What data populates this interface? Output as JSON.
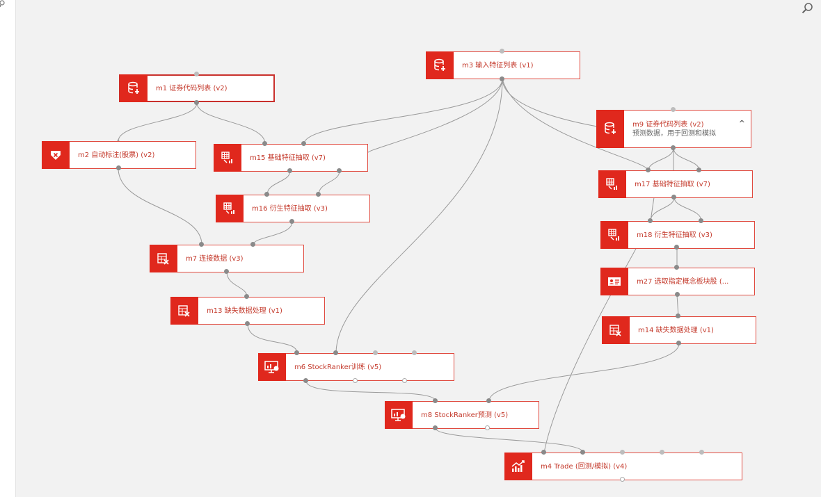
{
  "canvas": {
    "background": "#f2f2f2",
    "accent": "#e0281d"
  },
  "toolbar": {
    "search_icon": "search-icon"
  },
  "nodes": {
    "m1": {
      "title": "m1 证券代码列表 (v2)",
      "icon": "database-upload-icon"
    },
    "m2": {
      "title": "m2 自动标注(股票) (v2)",
      "icon": "tag-label-icon"
    },
    "m3": {
      "title": "m3 输入特征列表 (v1)",
      "icon": "database-upload-icon"
    },
    "m15": {
      "title": "m15 基础特征抽取 (v7)",
      "icon": "table-extract-icon"
    },
    "m16": {
      "title": "m16 衍生特征抽取 (v3)",
      "icon": "table-extract-icon"
    },
    "m7": {
      "title": "m7 连接数据 (v3)",
      "icon": "table-edit-icon"
    },
    "m13": {
      "title": "m13 缺失数据处理 (v1)",
      "icon": "table-edit-icon"
    },
    "m6": {
      "title": "m6 StockRanker训练 (v5)",
      "icon": "monitor-chart-icon"
    },
    "m8": {
      "title": "m8 StockRanker预测 (v5)",
      "icon": "monitor-chart-icon"
    },
    "m4": {
      "title": "m4 Trade (回测/模拟) (v4)",
      "icon": "trend-chart-icon"
    },
    "m9": {
      "title": "m9 证券代码列表 (v2)",
      "desc": "预测数据，用于回测和模拟",
      "collapse": "^",
      "icon": "database-upload-icon"
    },
    "m17": {
      "title": "m17 基础特征抽取 (v7)",
      "icon": "table-extract-icon"
    },
    "m18": {
      "title": "m18 衍生特征抽取 (v3)",
      "icon": "table-extract-icon"
    },
    "m27": {
      "title": "m27 选取指定概念板块股 (...",
      "icon": "id-card-icon"
    },
    "m14": {
      "title": "m14 缺失数据处理 (v1)",
      "icon": "table-edit-icon"
    }
  }
}
